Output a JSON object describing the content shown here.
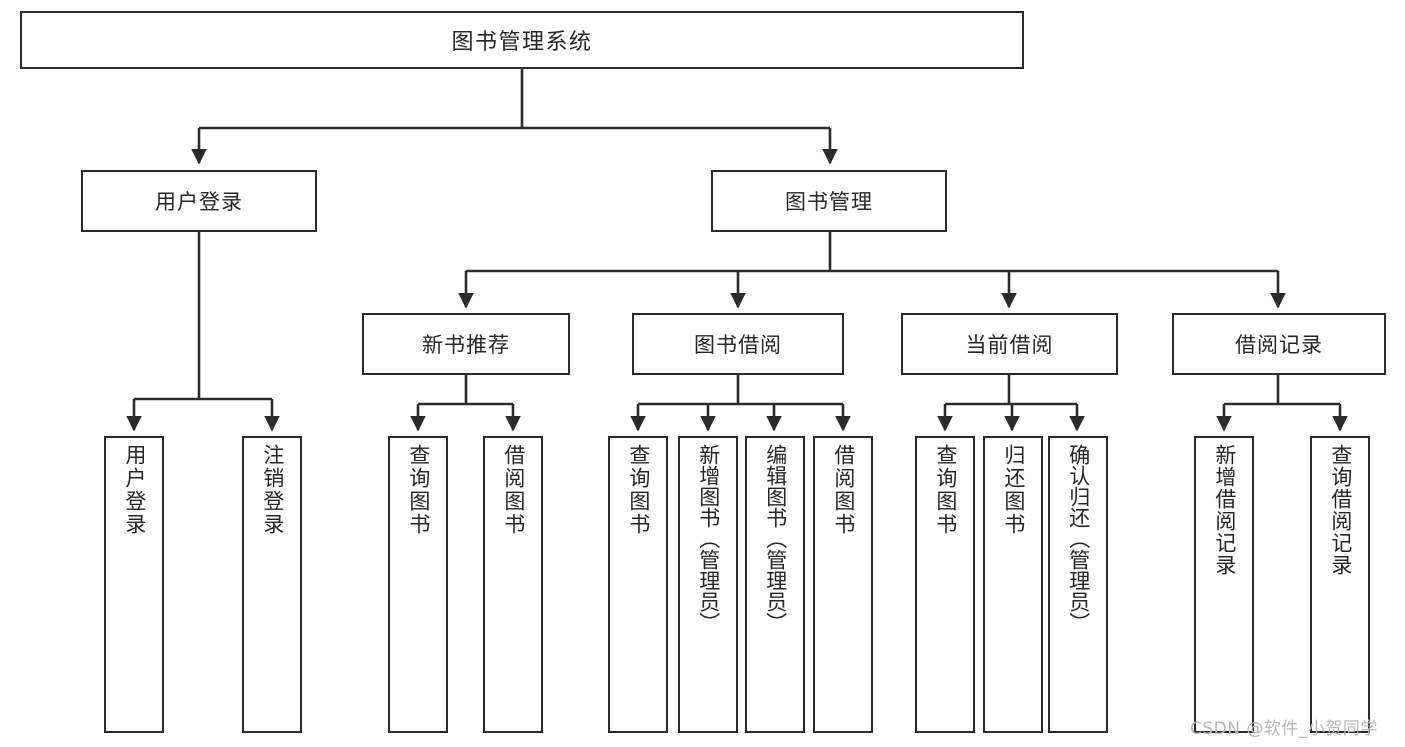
{
  "diagram": {
    "title": "图书管理系统",
    "root": {
      "label": "图书管理系统"
    },
    "level2": [
      {
        "label": "用户登录"
      },
      {
        "label": "图书管理"
      }
    ],
    "level3": [
      {
        "label": "新书推荐"
      },
      {
        "label": "图书借阅"
      },
      {
        "label": "当前借阅"
      },
      {
        "label": "借阅记录"
      }
    ],
    "leaves": {
      "user_login": [
        {
          "label": "用户登录"
        },
        {
          "label": "注销登录"
        }
      ],
      "new_book_recommend": [
        {
          "label": "查询图书"
        },
        {
          "label": "借阅图书"
        }
      ],
      "book_borrow": [
        {
          "label": "查询图书"
        },
        {
          "label": "新增图书（管理员）"
        },
        {
          "label": "编辑图书（管理员）"
        },
        {
          "label": "借阅图书"
        }
      ],
      "current_borrow": [
        {
          "label": "查询图书"
        },
        {
          "label": "归还图书"
        },
        {
          "label": "确认归还（管理员）"
        }
      ],
      "borrow_record": [
        {
          "label": "新增借阅记录"
        },
        {
          "label": "查询借阅记录"
        }
      ]
    },
    "watermark": "CSDN @软件_小贺同学",
    "colors": {
      "stroke": "#2b2b2b",
      "text": "#262626",
      "background": "#ffffff",
      "watermark": "#b8b8b8"
    }
  }
}
